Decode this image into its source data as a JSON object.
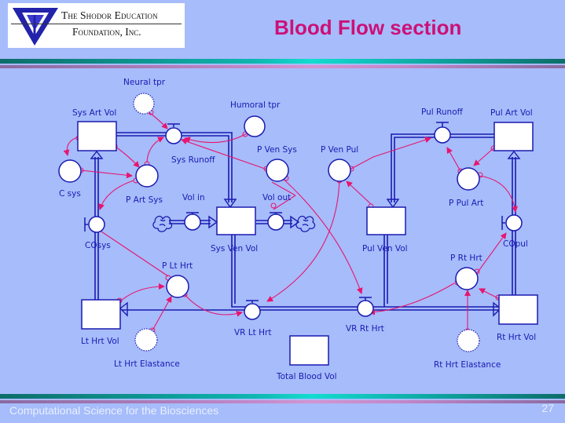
{
  "header": {
    "logo_line1": "The Shodor Education",
    "logo_line2": "Foundation, Inc.",
    "title": "Blood Flow section"
  },
  "footer": {
    "course": "Computational Science for the Biosciences",
    "page_number": "27"
  },
  "colors": {
    "background": "#a6bcfb",
    "title": "#cc1077",
    "diagram_ink": "#1a1ab0",
    "connector": "#e8156f"
  },
  "diagram": {
    "stocks": {
      "sys_art_vol": "Sys Art Vol",
      "sys_ven_vol": "Sys Ven Vol",
      "pul_ven_vol": "Pul Ven Vol",
      "pul_art_vol": "Pul Art Vol",
      "lt_hrt_vol": "Lt Hrt Vol",
      "rt_hrt_vol": "Rt Hrt Vol",
      "total_blood_vol": "Total Blood Vol"
    },
    "flows": {
      "sys_runoff": "Sys Runoff",
      "vol_in": "Vol in",
      "vol_out": "Vol out",
      "pul_runoff": "Pul Runoff",
      "vr_lt_hrt": "VR Lt Hrt",
      "vr_rt_hrt": "VR Rt Hrt",
      "co_sys": "COsys",
      "co_pul": "COpul"
    },
    "converters": {
      "neural_tpr": "Neural tpr",
      "humoral_tpr": "Humoral tpr",
      "c_sys": "C sys",
      "p_art_sys": "P Art Sys",
      "p_ven_sys": "P Ven Sys",
      "p_ven_pul": "P Ven Pul",
      "p_pul_art": "P Pul Art",
      "p_lt_hrt": "P Lt Hrt",
      "p_rt_hrt": "P Rt Hrt",
      "lt_hrt_elastance": "Lt Hrt Elastance",
      "rt_hrt_elastance": "Rt Hrt Elastance"
    }
  }
}
